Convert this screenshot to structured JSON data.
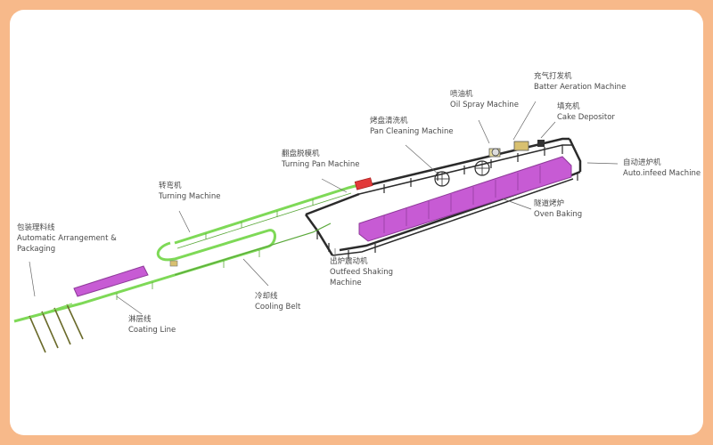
{
  "labels": {
    "packaging": {
      "cn": "包装理料线",
      "en1": "Automatic Arrangement &",
      "en2": "Packaging"
    },
    "turning_machine": {
      "cn": "转弯机",
      "en1": "Turning Machine"
    },
    "turning_pan": {
      "cn": "翻盘脱模机",
      "en1": "Turning Pan Machine"
    },
    "pan_cleaning": {
      "cn": "烤盘清洗机",
      "en1": "Pan Cleaning Machine"
    },
    "oil_spray": {
      "cn": "喷油机",
      "en1": "Oil Spray Machine"
    },
    "batter_aeration": {
      "cn": "充气打发机",
      "en1": "Batter Aeration Machine"
    },
    "cake_depositor": {
      "cn": "填充机",
      "en1": "Cake Depositor"
    },
    "auto_infeed": {
      "cn": "自动进炉机",
      "en1": "Auto.infeed Machine"
    },
    "oven_baking": {
      "cn": "隧道烤炉",
      "en1": "Oven Baking"
    },
    "outfeed_shaking": {
      "cn": "出炉震动机",
      "en1": "Outfeed Shaking",
      "en2": "Machine"
    },
    "cooling_belt": {
      "cn": "冷却线",
      "en1": "Cooling Belt"
    },
    "coating_line": {
      "cn": "淋层线",
      "en1": "Coating Line"
    }
  },
  "colors": {
    "border": "#f7b98a",
    "conveyor_green": "#7ed957",
    "oven_purple": "#c75bd4",
    "frame_dark": "#2b2b2b",
    "leader": "#666666"
  }
}
